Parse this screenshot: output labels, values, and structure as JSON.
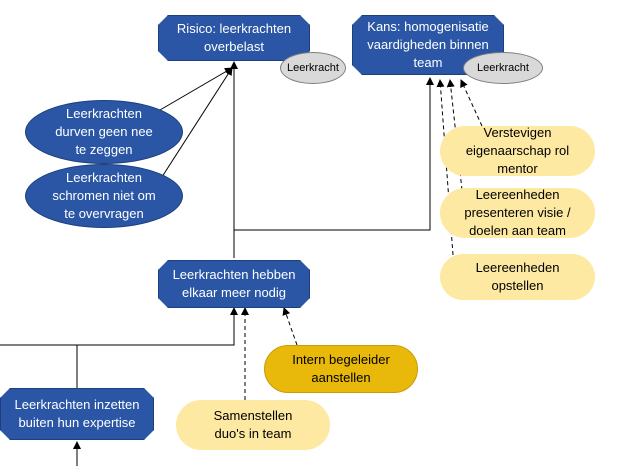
{
  "nodes": {
    "risico": "Risico: leerkrachten overbelast",
    "kans": "Kans: homogenisatie vaardigheden binnen team",
    "tag_risico": "Leerkracht",
    "tag_kans": "Leerkracht",
    "geen_nee": "Leerkrachten durven geen nee te zeggen",
    "schromen": "Leerkrachten schromen niet om te overvragen",
    "eigenaarschap": "Verstevigen eigenaarschap rol mentor",
    "presenteren": "Leereenheden presenteren visie / doelen aan team",
    "opstellen": "Leereenheden opstellen",
    "nodig": "Leerkrachten hebben elkaar meer nodig",
    "begeleider": "Intern begeleider aanstellen",
    "duos": "Samenstellen duo's in team",
    "expertise": "Leerkrachten inzetten buiten hun expertise"
  },
  "colors": {
    "blue_fill": "#2a56a5",
    "light_yellow": "#fde9a2",
    "dark_yellow": "#e8b90a",
    "tag_grey": "#d9d9d9",
    "line": "#000000"
  }
}
